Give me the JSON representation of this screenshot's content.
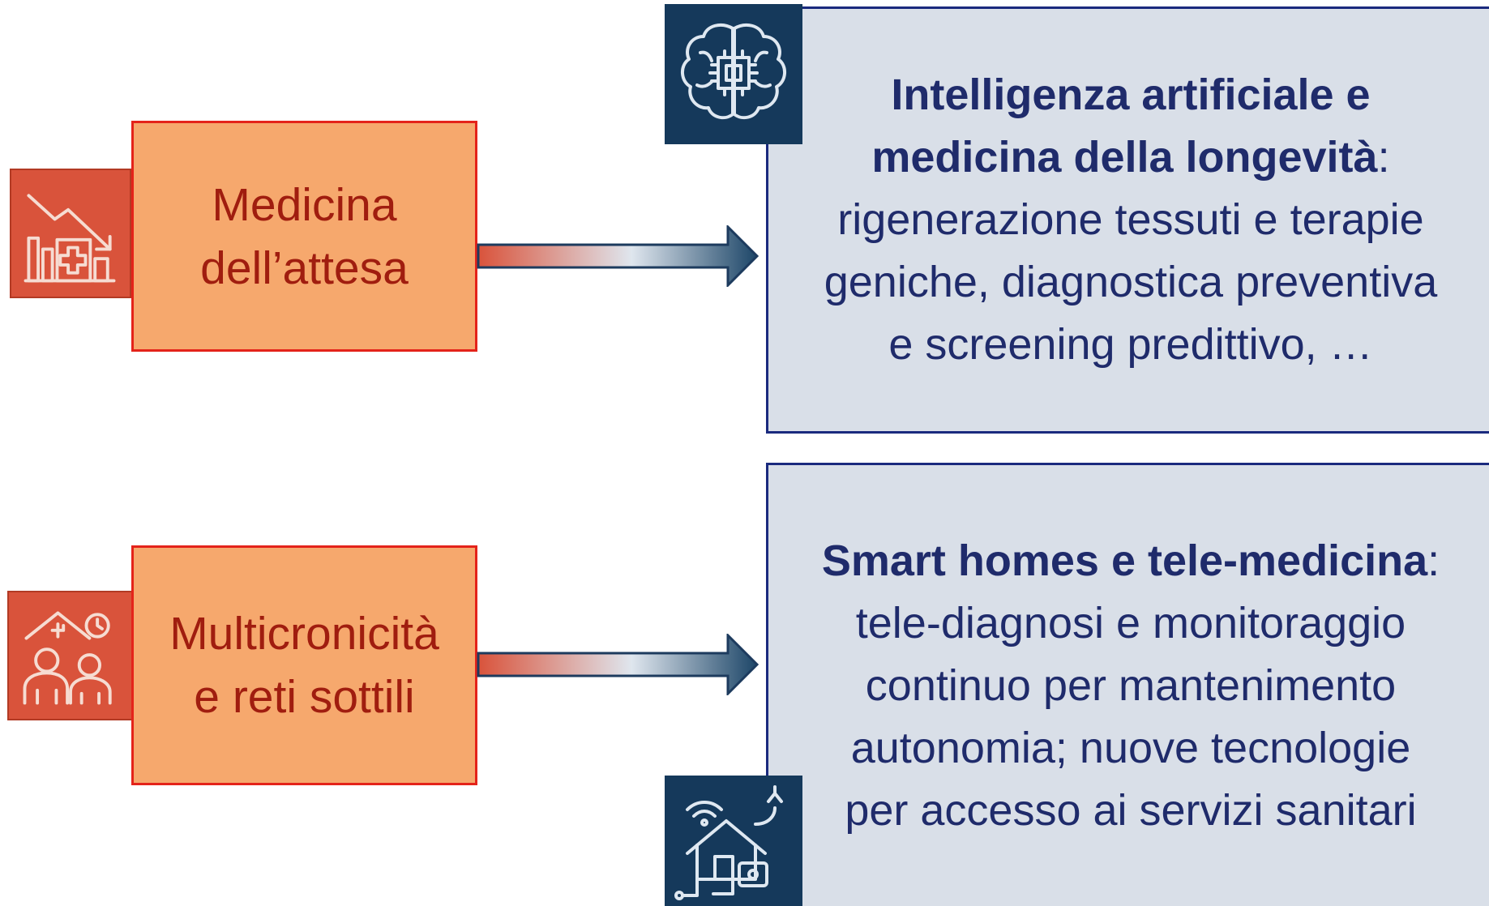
{
  "rows": [
    {
      "left_icon": "declining-health-chart-icon",
      "source_lines": [
        "Medicina",
        "dell’attesa"
      ],
      "target_icon": "ai-brain-chip-icon",
      "target_bold_lines": [
        "Intelligenza artificiale e",
        "medicina della longevità"
      ],
      "target_colon": ":",
      "target_lines": [
        "rigenerazione tessuti e terapie",
        "geniche, diagnostica preventiva",
        "e screening predittivo, …"
      ]
    },
    {
      "left_icon": "family-home-care-icon",
      "source_lines": [
        "Multicronicità",
        "e reti sottili"
      ],
      "target_icon": "smart-home-network-icon",
      "target_bold_lines": [
        "Smart homes e tele-medicina"
      ],
      "target_colon": ":",
      "target_lines": [
        "tele-diagnosi e monitoraggio",
        "continuo per mantenimento",
        "autonomia; nuove tecnologie",
        "per accesso ai servizi sanitari"
      ]
    }
  ],
  "colors": {
    "orange_fill": "#f6a86d",
    "orange_border": "#e4231a",
    "orange_text": "#a01d0f",
    "blue_fill": "#d9dfe8",
    "blue_border": "#1a2a7e",
    "blue_text": "#1f2b6b",
    "icon_red": "#d9533b",
    "icon_navy": "#15395b"
  }
}
